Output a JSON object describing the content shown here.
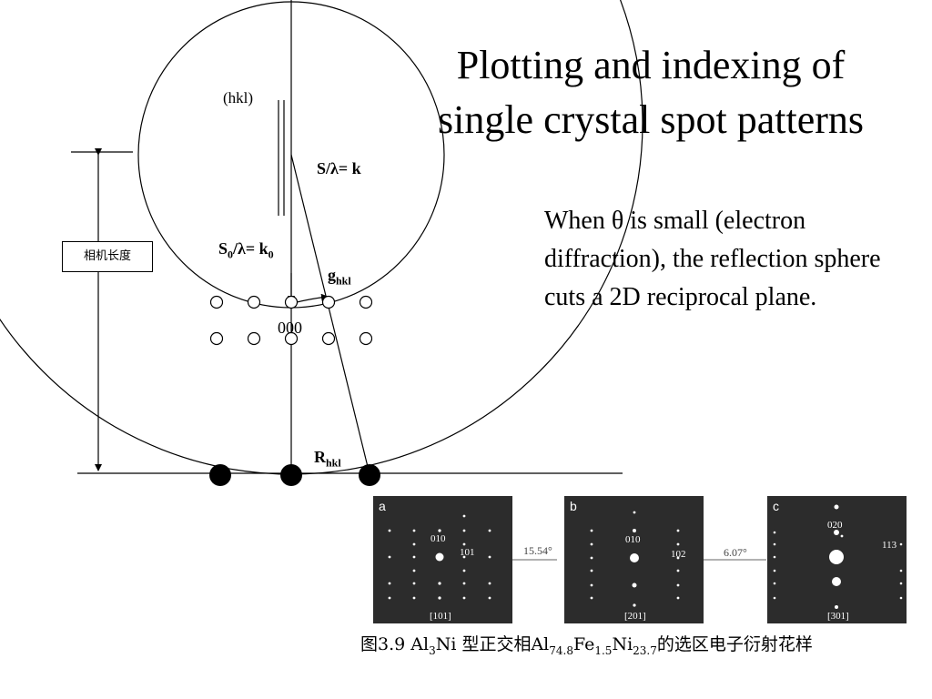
{
  "slide": {
    "title_line1": "Plotting and indexing of",
    "title_line2": "single crystal spot patterns",
    "body_text": "When θ is small (electron diffraction), the reflection sphere cuts a 2D reciprocal plane."
  },
  "diagram": {
    "plane_label": "(hkl)",
    "s_label": "S/λ= k",
    "s0_label_main": "S",
    "s0_label_sub": "0",
    "s0_label_rest": "/λ= k",
    "s0_label_sub2": "0",
    "g_label_main": "g",
    "g_label_sub": "hkl",
    "origin_label": "000",
    "r_label_main": "R",
    "r_label_sub": "hkl",
    "camera_length_label": "相机长度"
  },
  "patterns": [
    {
      "tag": "a",
      "spot_upper": "010",
      "spot_side": "101",
      "zone": "[101]"
    },
    {
      "tag": "b",
      "spot_upper": "010",
      "spot_side": "102",
      "zone": "[201]"
    },
    {
      "tag": "c",
      "spot_upper": "020",
      "spot_side": "113",
      "zone": "[301]"
    }
  ],
  "angles": {
    "ab": "15.54°",
    "bc": "6.07°"
  },
  "caption": {
    "prefix": "图3.9 Al",
    "s1": "3",
    "t1": "Ni 型正交相Al",
    "s2": "74.8",
    "t2": "Fe",
    "s3": "1.5",
    "t3": "Ni",
    "s4": "23.7",
    "t4": "的选区电子衍射花样"
  }
}
